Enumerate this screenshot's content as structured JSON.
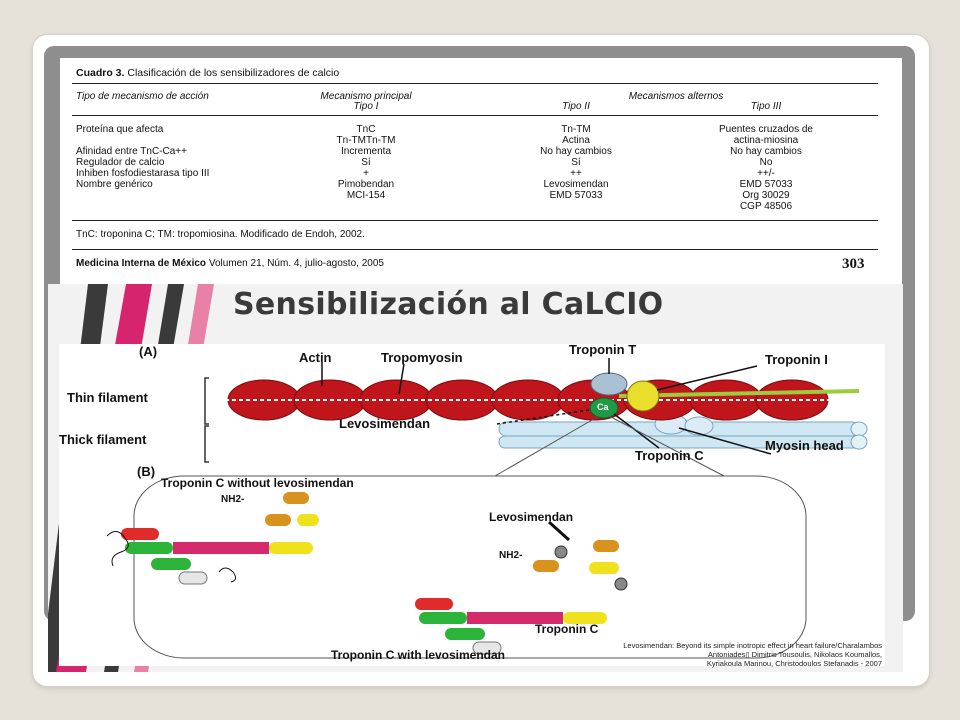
{
  "table": {
    "caption_bold": "Cuadro 3.",
    "caption_text": "Clasificación de los sensibilizadores de calcio",
    "headers": {
      "mechanism_type": "Tipo de mecanismo de acción",
      "principal": "Mecanismo principal",
      "tipo1": "Tipo I",
      "alternos": "Mecanismos alternos",
      "tipo2": "Tipo II",
      "tipo3": "Tipo III"
    },
    "rows": [
      {
        "label": "Proteína que afecta",
        "t1": "TnC",
        "t2": "Tn-TM",
        "t3": "Puentes cruzados de"
      },
      {
        "label": "",
        "t1": "Tn-TMTn-TM",
        "t2": "Actina",
        "t3": "actina-miosina"
      },
      {
        "label": "Afinidad entre TnC-Ca++",
        "t1": "Incrementa",
        "t2": "No hay cambios",
        "t3": "No hay cambios"
      },
      {
        "label": "Regulador de calcio",
        "t1": "Sí",
        "t2": "Sí",
        "t3": "No"
      },
      {
        "label": "Inhiben fosfodiestarasa tipo III",
        "t1": "+",
        "t2": "++",
        "t3": "++/-"
      },
      {
        "label": "Nombre genérico",
        "t1": "Pimobendan",
        "t2": "Levosimendan",
        "t3": "EMD 57033"
      },
      {
        "label": "",
        "t1": "MCI-154",
        "t2": "EMD 57033",
        "t3": "Org 30029"
      },
      {
        "label": "",
        "t1": "",
        "t2": "",
        "t3": "CGP 48506"
      }
    ],
    "footnote": "TnC: troponina C; TM: tropomiosina.  Modificado de Endoh, 2002.",
    "journal_name": "Medicina Interna de México",
    "journal_issue": "Volumen 21, Núm. 4, julio-agosto, 2005",
    "page_number": "303"
  },
  "slide_title": "Sensibilización al CaLCIO",
  "figure": {
    "panel_a": "(A)",
    "panel_b": "(B)",
    "actin": "Actin",
    "tropomyosin": "Tropomyosin",
    "troponin_t": "Troponin T",
    "troponin_i": "Troponin I",
    "thin_filament": "Thin filament",
    "thick_filament": "Thick filament",
    "levosimendan": "Levosimendan",
    "troponin_c": "Troponin C",
    "myosin_head": "Myosin head",
    "ca": "Ca",
    "without": "Troponin C without levosimendan",
    "with": "Troponin C with levosimendan",
    "nh2": "NH2-",
    "credit_line1": "Levosimendan: Beyond its simple inotropic effect in heart failure/Charalambos",
    "credit_line2": "Antoniades▯ Dimitris Tousoulis, Nikolaos Koumallos,",
    "credit_line3": "Kyriakoula Marinou, Christodoulos Stefanadis -  2007"
  },
  "colors": {
    "actin": "#c0151b",
    "stripe_pink": "#d6246e",
    "stripe_dark": "#3a3a3a",
    "gray_frame": "#8e8e8e"
  }
}
